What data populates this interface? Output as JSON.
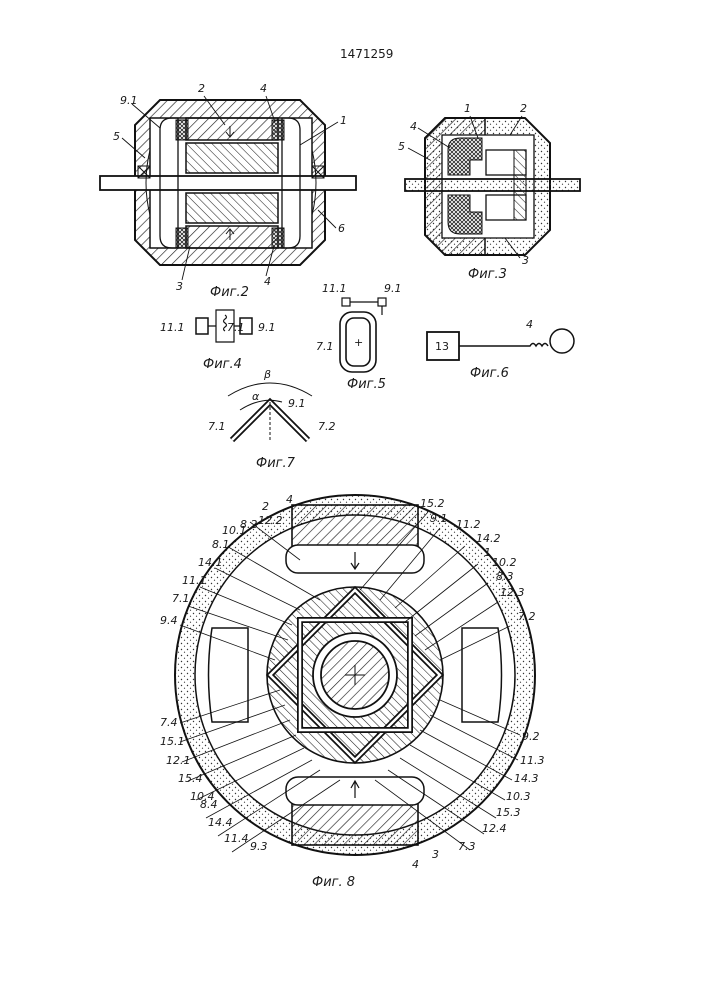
{
  "document_number": "1471259",
  "figures": {
    "fig2": {
      "caption": "Фиг.2",
      "labels": [
        "9.1",
        "2",
        "4",
        "1",
        "5",
        "6",
        "3",
        "4"
      ]
    },
    "fig3": {
      "caption": "Фиг.3",
      "labels": [
        "1",
        "2",
        "4",
        "5",
        "3"
      ]
    },
    "fig4": {
      "caption": "Фиг.4",
      "labels": [
        "11.1",
        "7.1",
        "9.1"
      ]
    },
    "fig5": {
      "caption": "Фиг.5",
      "labels": [
        "11.1",
        "9.1",
        "7.1",
        "+"
      ]
    },
    "fig6": {
      "caption": "Фиг.6",
      "labels": [
        "13",
        "4"
      ]
    },
    "fig7": {
      "caption": "Фиг.7",
      "labels": [
        "β",
        "α",
        "9.1",
        "7.1",
        "7.2"
      ]
    },
    "fig8": {
      "caption": "Фиг. 8",
      "labels": [
        "2",
        "4",
        "15.2",
        "12.2",
        "9.1",
        "8.2",
        "11.2",
        "10.1",
        "14.2",
        "8.1",
        "1",
        "10.2",
        "14.1",
        "8.3",
        "11.1",
        "12.3",
        "7.1",
        "7.2",
        "9.4",
        "7.4",
        "15.1",
        "9.2",
        "12.1",
        "11.3",
        "15.4",
        "14.3",
        "10.4",
        "10.3",
        "8.4",
        "15.3",
        "14.4",
        "12.4",
        "11.4",
        "7.3",
        "9.3",
        "3",
        "4"
      ]
    }
  }
}
